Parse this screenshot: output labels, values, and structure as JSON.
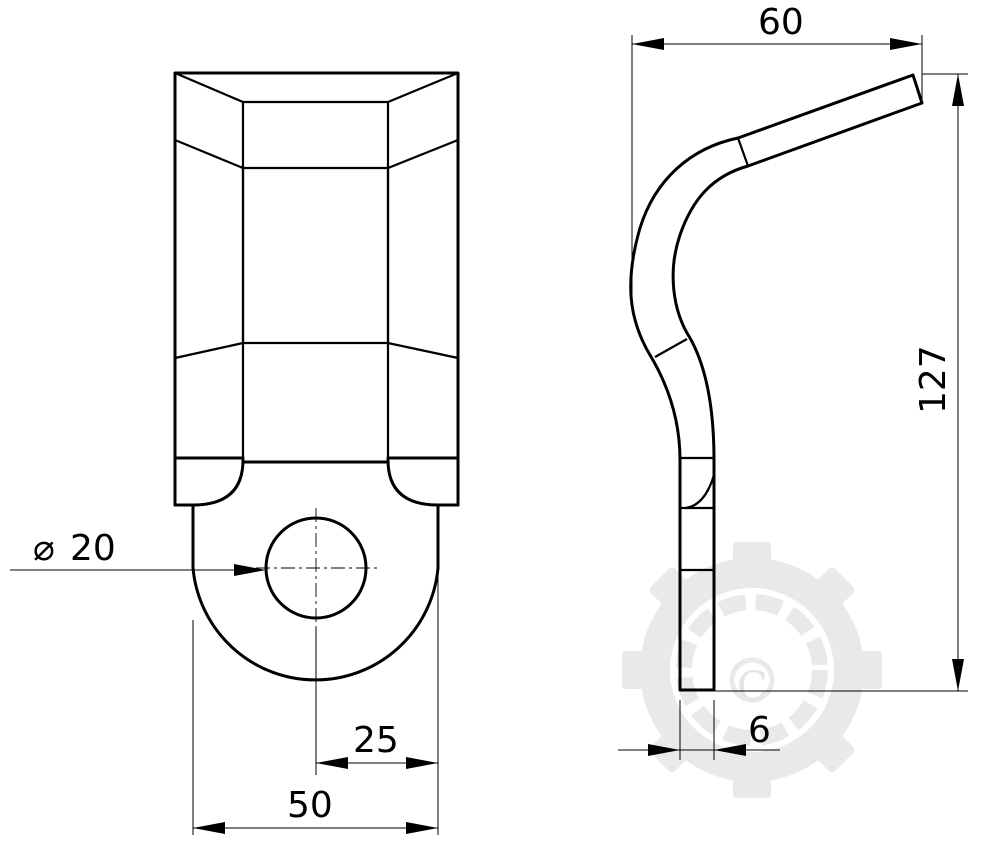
{
  "dimensions": {
    "hole_diameter": "20",
    "hole_symbol": "⌀",
    "radius": "25",
    "width": "50",
    "overall_depth": "60",
    "height": "127",
    "thickness": "6"
  },
  "watermark": {
    "letter": "C",
    "icon": "gear-logo-icon",
    "color": "#e9e9e9"
  }
}
